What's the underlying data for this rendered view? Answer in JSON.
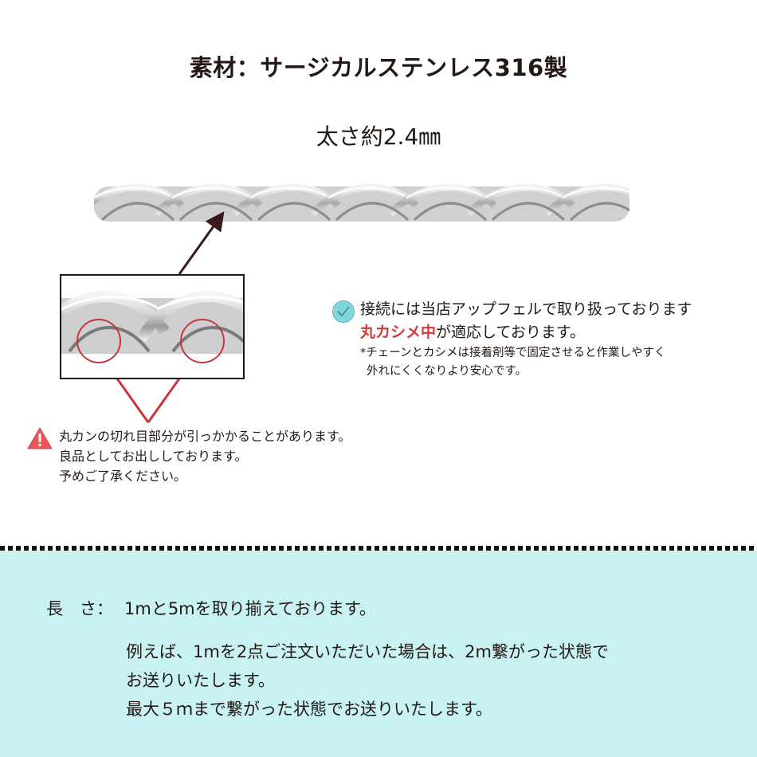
{
  "header": {
    "title": "素材：サージカルステンレス316製",
    "thickness": "太さ約2.4㎜"
  },
  "images": {
    "chain": "rope-chain-photo",
    "detail": "rope-chain-closeup-photo"
  },
  "notice": {
    "icon": "check-circle-icon",
    "line1": "接続には当店アップフェルで取り扱っております",
    "line2_highlight": "丸カシメ中",
    "line2_rest": "が適応しております。",
    "note1": "*チェーンとカシメは接着剤等で固定させると作業しやすく",
    "note2": "外れにくくなりより安心です。"
  },
  "warning": {
    "icon": "warning-triangle-icon",
    "lines": [
      "丸カンの切れ目部分が引っかかることがあります。",
      "良品としてお出ししております。",
      "予めご了承ください。"
    ]
  },
  "length": {
    "label": "長　さ：",
    "value": "1mと5mを取り揃えております。",
    "details": [
      "例えば、1mを2点ご注文いただいた場合は、2m繋がった状態で",
      "お送りいたします。",
      "最大５ｍまで繋がった状態でお送りいたします。"
    ]
  },
  "colors": {
    "text": "#231815",
    "accent_red": "#d23a3a",
    "arrow_red": "#c8363a",
    "check_teal": "#7fd7dc",
    "bottom_bg": "#c9f3f3",
    "arrow_dark": "#3a1a1a"
  }
}
